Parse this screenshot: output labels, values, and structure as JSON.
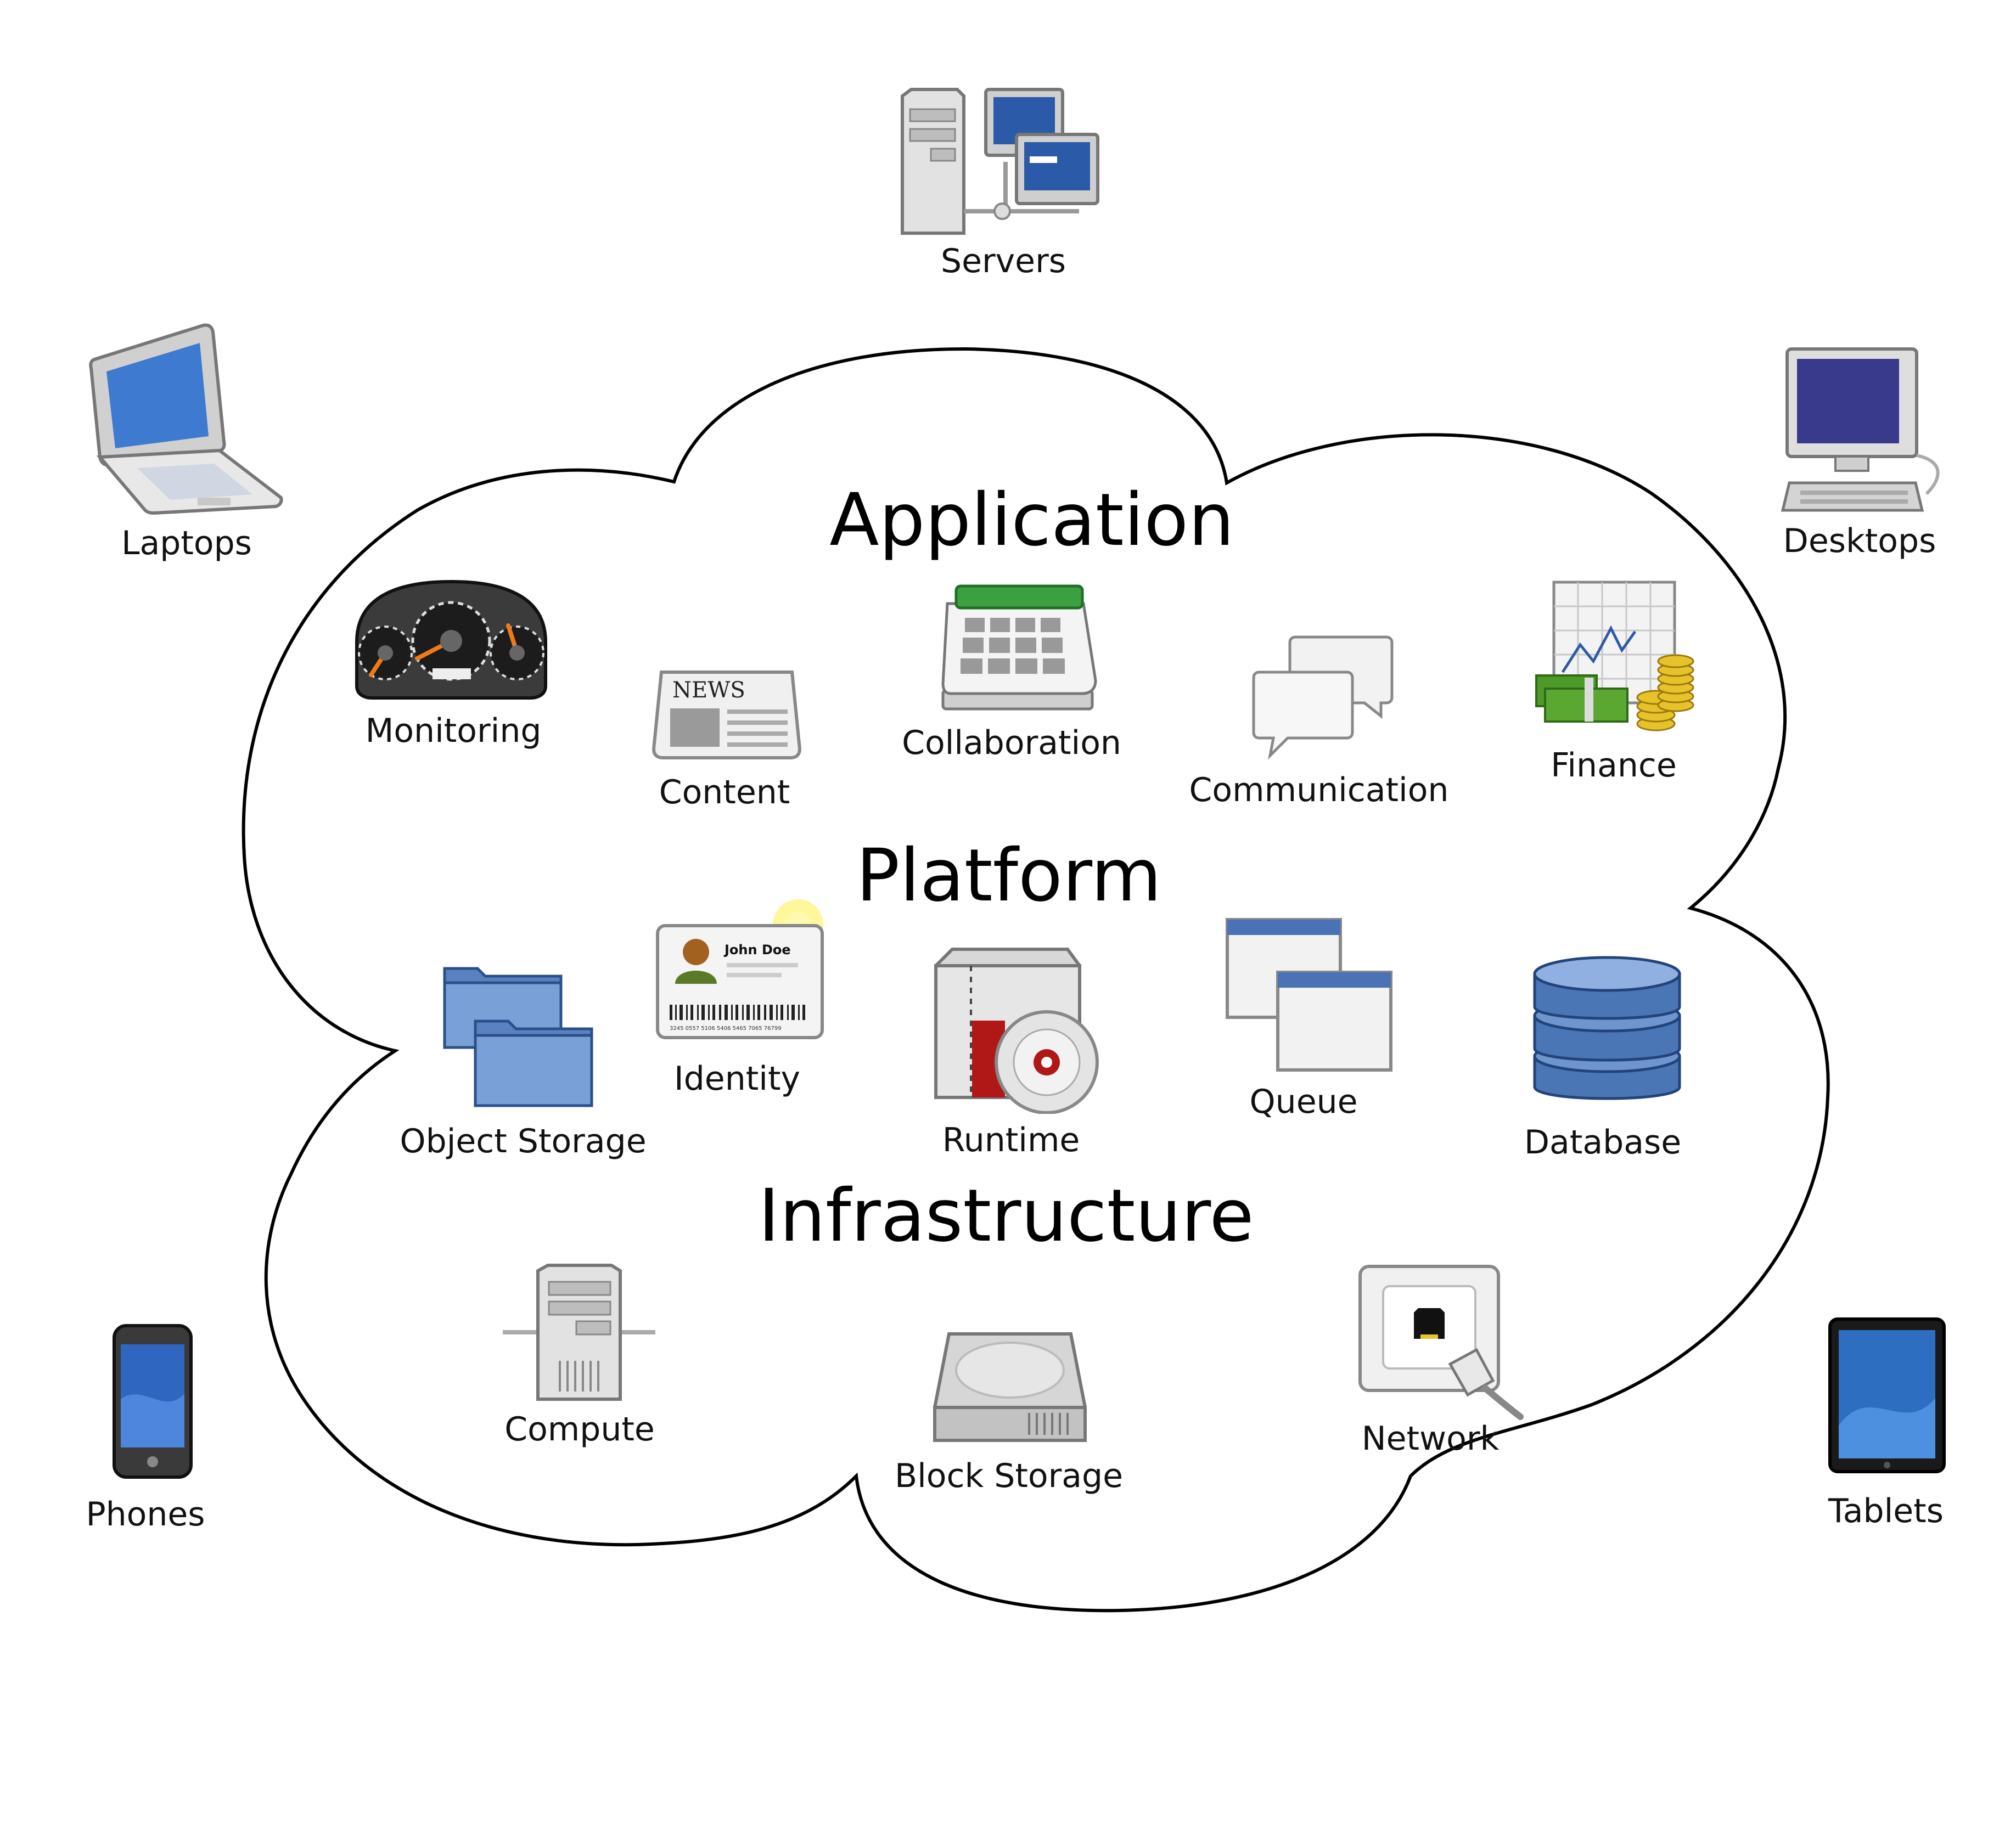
{
  "layers": {
    "application": "Application",
    "platform": "Platform",
    "infrastructure": "Infrastructure"
  },
  "application_items": {
    "monitoring": {
      "label": "Monitoring",
      "icon": "dashboard-gauge-icon"
    },
    "content": {
      "label": "Content",
      "icon": "newspaper-icon",
      "icon_text": "NEWS"
    },
    "collaboration": {
      "label": "Collaboration",
      "icon": "calendar-icon"
    },
    "communication": {
      "label": "Communication",
      "icon": "chat-bubbles-icon"
    },
    "finance": {
      "label": "Finance",
      "icon": "chart-money-icon"
    }
  },
  "platform_items": {
    "object_storage": {
      "label": "Object Storage",
      "icon": "folders-icon"
    },
    "identity": {
      "label": "Identity",
      "icon": "id-card-icon",
      "icon_text": "John Doe",
      "icon_subtext": "3245 0557 5106 5406 5465 7065 76799"
    },
    "runtime": {
      "label": "Runtime",
      "icon": "software-package-disc-icon"
    },
    "queue": {
      "label": "Queue",
      "icon": "stacked-windows-icon"
    },
    "database": {
      "label": "Database",
      "icon": "database-cylinder-icon"
    }
  },
  "infrastructure_items": {
    "compute": {
      "label": "Compute",
      "icon": "server-tower-icon"
    },
    "block_storage": {
      "label": "Block Storage",
      "icon": "hard-drive-icon"
    },
    "network": {
      "label": "Network",
      "icon": "network-jack-icon"
    }
  },
  "clients": {
    "servers": {
      "label": "Servers",
      "icon": "servers-network-icon"
    },
    "laptops": {
      "label": "Laptops",
      "icon": "laptop-icon"
    },
    "desktops": {
      "label": "Desktops",
      "icon": "desktop-computer-icon"
    },
    "phones": {
      "label": "Phones",
      "icon": "smartphone-icon"
    },
    "tablets": {
      "label": "Tablets",
      "icon": "tablet-icon"
    }
  },
  "colors": {
    "cloud_stroke": "#000000",
    "icon_gray": "#bdbdbd",
    "screen_blue": "#2a5aa8",
    "folder_blue": "#6f95cf",
    "database_blue": "#4a76b6",
    "calendar_green": "#3aa040",
    "money_green": "#4d9a2a",
    "coin_gold": "#e8c22a",
    "runtime_red": "#b01818"
  }
}
